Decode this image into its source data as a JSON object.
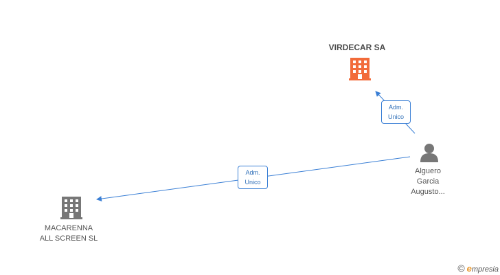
{
  "nodes": {
    "virdecar": {
      "label": "VIRDECAR SA",
      "type": "company",
      "color": "#f26b3a"
    },
    "person": {
      "line1": "Alguero",
      "line2": "Garcia",
      "line3": "Augusto...",
      "type": "person",
      "color": "#777777"
    },
    "macarenna": {
      "line1": "MACARENNA",
      "line2": "ALL SCREEN SL",
      "type": "company",
      "color": "#777777"
    }
  },
  "edges": [
    {
      "from": "person",
      "to": "virdecar",
      "line1": "Adm.",
      "line2": "Unico"
    },
    {
      "from": "person",
      "to": "macarenna",
      "line1": "Adm.",
      "line2": "Unico"
    }
  ],
  "colors": {
    "edge": "#3a7fd5"
  },
  "branding": {
    "copyright": "©",
    "name": "mpresia",
    "initial": "e"
  }
}
